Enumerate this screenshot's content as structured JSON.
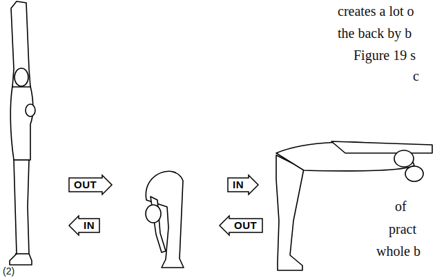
{
  "diagram": {
    "nodes": [
      {
        "text": [
          "OUT"
        ]
      },
      {
        "text": [
          "IN"
        ]
      },
      {
        "text": [
          "IN"
        ]
      },
      {
        "text": [
          "OUT"
        ]
      }
    ],
    "labels": [
      "(2)",
      "creates a lot o",
      "the back by b",
      "Figure 19 s",
      "c",
      "of",
      "pract",
      "whole b"
    ]
  }
}
